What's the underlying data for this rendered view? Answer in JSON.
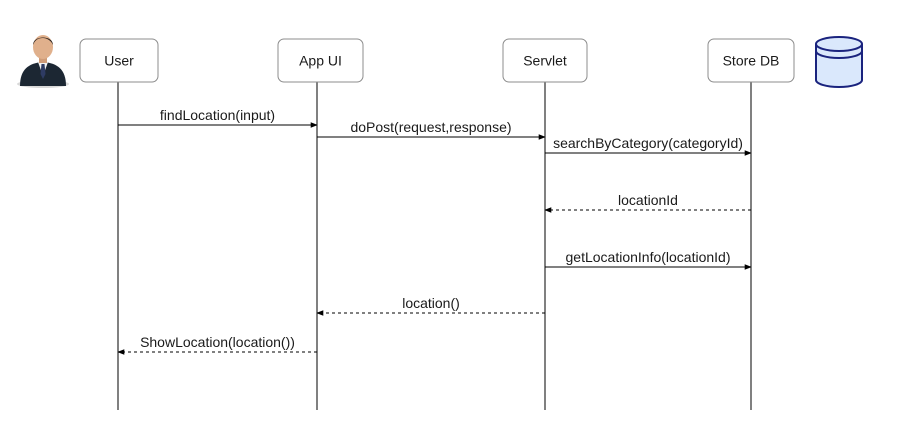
{
  "participants": [
    {
      "id": "user",
      "label": "User",
      "icon": "person-icon"
    },
    {
      "id": "appui",
      "label": "App UI"
    },
    {
      "id": "servlet",
      "label": "Servlet"
    },
    {
      "id": "storedb",
      "label": "Store DB",
      "icon": "database-icon"
    }
  ],
  "messages": [
    {
      "from": "user",
      "to": "appui",
      "label": "findLocation(input)",
      "kind": "call"
    },
    {
      "from": "appui",
      "to": "servlet",
      "label": "doPost(request,response)",
      "kind": "call"
    },
    {
      "from": "servlet",
      "to": "storedb",
      "label": "searchByCategory(categoryId)",
      "kind": "call"
    },
    {
      "from": "storedb",
      "to": "servlet",
      "label": "locationId",
      "kind": "return"
    },
    {
      "from": "servlet",
      "to": "storedb",
      "label": "getLocationInfo(locationId)",
      "kind": "call"
    },
    {
      "from": "servlet",
      "to": "appui",
      "label": "location()",
      "kind": "return"
    },
    {
      "from": "appui",
      "to": "user",
      "label": "ShowLocation(location())",
      "kind": "return"
    }
  ],
  "colors": {
    "database_fill": "#dae8fc",
    "database_stroke": "#1a237e",
    "suit": "#1c2733",
    "skin": "#e0b08c"
  }
}
